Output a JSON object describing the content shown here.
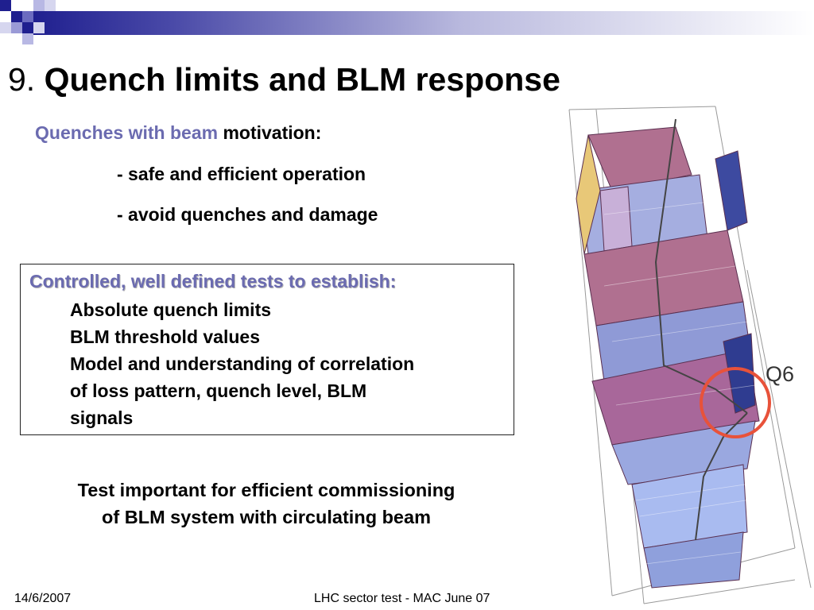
{
  "slide": {
    "title_number": "9.",
    "title_text": "Quench limits and BLM response",
    "motivation_highlight": "Quenches with beam",
    "motivation_rest": "motivation:",
    "bullets": [
      "- safe and efficient operation",
      "- avoid quenches and damage"
    ],
    "box_heading": "Controlled, well defined tests to establish:",
    "box_items": [
      "Absolute quench limits",
      "BLM threshold values",
      "Model and understanding of correlation",
      "of loss pattern, quench level, BLM",
      "signals"
    ],
    "conclusion_lines": [
      "Test important for efficient commissioning",
      "of BLM system with circulating beam"
    ],
    "figure_label": "Q6",
    "figure_icon": "magnet-loss-simulation-image"
  },
  "footer": {
    "date": "14/6/2007",
    "center": "LHC sector test - MAC June 07"
  },
  "colors": {
    "accent": "#6b6bb0",
    "header_band": "#1f1f8f",
    "circle": "#e8523a"
  }
}
